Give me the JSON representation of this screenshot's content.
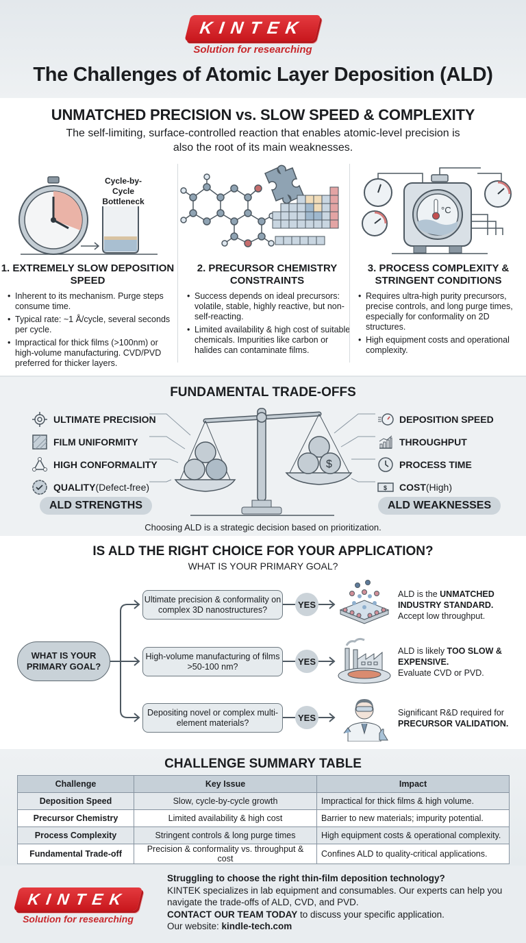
{
  "brand": {
    "name": "KINTEK",
    "tagline": "Solution for researching",
    "color": "#d4222a"
  },
  "header": {
    "title": "The Challenges of Atomic Layer Deposition (ALD)"
  },
  "intro": {
    "heading": "UNMATCHED PRECISION vs. SLOW SPEED & COMPLEXITY",
    "text": "The self-limiting, surface-controlled reaction that enables atomic-level precision is also the root of its main weaknesses."
  },
  "challenges": [
    {
      "illustration_label": "Cycle-by-Cycle Bottleneck",
      "icon": "stopwatch-beaker-icon",
      "title": "1. EXTREMELY SLOW DEPOSITION SPEED",
      "bullets": [
        "Inherent to its mechanism. Purge steps consume time.",
        "Typical rate: ~1 Å/cycle, several seconds per cycle.",
        "Impractical for thick films (>100nm) or high-volume manufacturing. CVD/PVD preferred for thicker layers."
      ]
    },
    {
      "icon": "molecule-periodic-table-icon",
      "title": "2. PRECURSOR CHEMISTRY CONSTRAINTS",
      "bullets": [
        "Success depends on ideal precursors: volatile, stable, highly reactive, but non-self-reacting.",
        "Limited availability & high cost of suitable chemicals. Impurities like carbon or halides can contaminate films."
      ]
    },
    {
      "icon": "reactor-chamber-icon",
      "chamber_label": "°C",
      "title": "3. PROCESS COMPLEXITY & STRINGENT CONDITIONS",
      "bullets": [
        "Requires ultra-high purity precursors, precise controls, and long purge times, especially for conformality on 2D structures.",
        "High equipment costs and operational complexity."
      ]
    }
  ],
  "tradeoffs": {
    "heading": "FUNDAMENTAL TRADE-OFFS",
    "strengths": [
      {
        "label": "ULTIMATE PRECISION",
        "extra": "",
        "icon": "target-icon"
      },
      {
        "label": "FILM UNIFORMITY",
        "extra": "",
        "icon": "hatched-square-icon"
      },
      {
        "label": "HIGH CONFORMALITY",
        "extra": "",
        "icon": "triangle-nodes-icon"
      },
      {
        "label": "QUALITY",
        "extra": " (Defect-free)",
        "icon": "check-badge-icon"
      }
    ],
    "weaknesses": [
      {
        "label": "DEPOSITION SPEED",
        "extra": "",
        "icon": "speedometer-icon"
      },
      {
        "label": "THROUGHPUT",
        "extra": "",
        "icon": "bar-chart-icon"
      },
      {
        "label": "PROCESS TIME",
        "extra": "",
        "icon": "clock-icon"
      },
      {
        "label": "COST",
        "extra": " (High)",
        "icon": "banknote-icon"
      }
    ],
    "strengths_label": "ALD STRENGTHS",
    "weaknesses_label": "ALD WEAKNESSES",
    "note": "Choosing ALD is a strategic decision based on prioritization."
  },
  "decision": {
    "heading": "IS ALD THE RIGHT CHOICE FOR YOUR APPLICATION?",
    "subheading": "WHAT IS YOUR PRIMARY GOAL?",
    "root": "WHAT IS YOUR PRIMARY GOAL?",
    "yes_label": "YES",
    "branches": [
      {
        "question": "Ultimate precision & conformality on complex 3D nanostructures?",
        "icon": "nanostructure-icon",
        "result_pre": "ALD is the ",
        "result_bold": "UNMATCHED INDUSTRY STANDARD.",
        "result_post": "Accept low throughput."
      },
      {
        "question": "High-volume manufacturing of films >50-100 nm?",
        "icon": "factory-wafer-icon",
        "result_pre": "ALD is likely ",
        "result_bold": "TOO SLOW & EXPENSIVE.",
        "result_post": "Evaluate CVD or PVD."
      },
      {
        "question": "Depositing novel or complex multi-element materials?",
        "icon": "scientist-icon",
        "result_pre": "Significant R&D required for ",
        "result_bold": "PRECURSOR VALIDATION.",
        "result_post": ""
      }
    ]
  },
  "summary_table": {
    "heading": "CHALLENGE SUMMARY TABLE",
    "columns": [
      "Challenge",
      "Key Issue",
      "Impact"
    ],
    "rows": [
      [
        "Deposition Speed",
        "Slow, cycle-by-cycle growth",
        "Impractical for thick films & high volume."
      ],
      [
        "Precursor Chemistry",
        "Limited availability & high cost",
        "Barrier to new materials; impurity potential."
      ],
      [
        "Process Complexity",
        "Stringent controls & long purge times",
        "High equipment costs & operational complexity."
      ],
      [
        "Fundamental Trade-off",
        "Precision & conformality vs. throughput & cost",
        "Confines ALD to quality-critical applications."
      ]
    ]
  },
  "footer": {
    "question": "Struggling to choose the right thin-film deposition technology?",
    "body": "KINTEK specializes in lab equipment and consumables. Our experts can help you navigate the trade-offs of ALD, CVD, and PVD.",
    "cta_bold": "CONTACT OUR TEAM TODAY",
    "cta_rest": " to discuss your specific application.",
    "website_label": "Our website: ",
    "website": "kindle-tech.com"
  }
}
